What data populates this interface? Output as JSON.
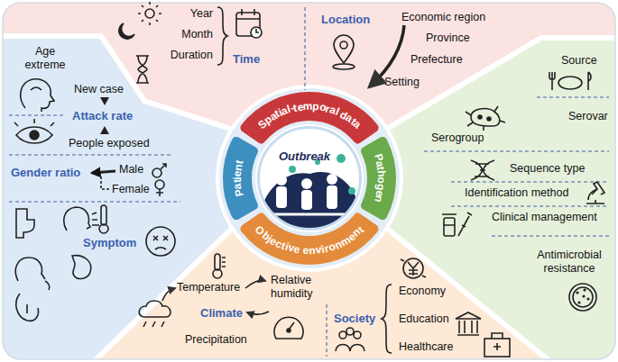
{
  "diagram": {
    "nodes": [
      {
        "text": [
          "Year",
          "Month",
          "Duration",
          "Time",
          "Location",
          "Economic region",
          "Province",
          "Prefecture",
          "Setting"
        ]
      },
      {
        "text": [
          "Age extreme",
          "New case",
          "Attack rate",
          "People exposed",
          "Gender ratio",
          "Male",
          "Female",
          "Symptom"
        ]
      },
      {
        "text": [
          "Source",
          "Serovar",
          "Serogroup",
          "Sequence type",
          "Identification method",
          "Clinical management",
          "Antimicrobial resistance"
        ]
      },
      {
        "text": [
          "Temperature",
          "Relative humidity",
          "Climate",
          "Precipitation",
          "Society",
          "Economy",
          "Education",
          "Healthcare"
        ]
      },
      {
        "text": [
          "Outbreak"
        ]
      },
      {
        "text": [
          "Spatial-temporal data"
        ]
      },
      {
        "text": [
          "Pathogen"
        ]
      },
      {
        "text": [
          "Objective environment"
        ]
      },
      {
        "text": [
          "Patient"
        ]
      }
    ]
  }
}
